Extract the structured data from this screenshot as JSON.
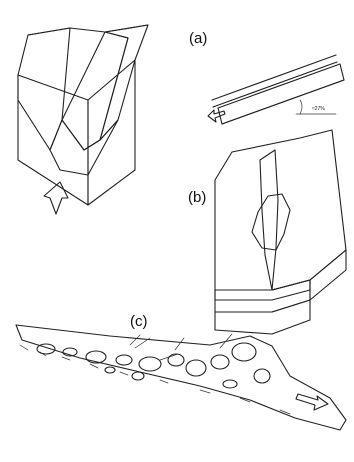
{
  "panels": {
    "a": {
      "label": "(a)",
      "slope_annotation": "≈27%"
    },
    "b": {
      "label": "(b)"
    },
    "c": {
      "label": "(c)"
    }
  }
}
